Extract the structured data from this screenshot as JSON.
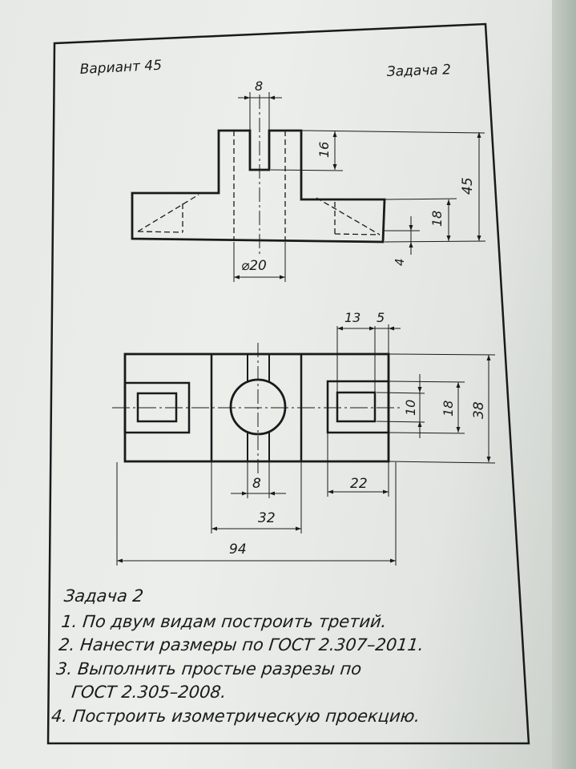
{
  "header": {
    "variant": "Вариант 45",
    "task_label": "Задача 2"
  },
  "front_view": {
    "dims": {
      "slot_width": "8",
      "slot_depth": "16",
      "total_height": "45",
      "base_height": "18",
      "base_offset": "4",
      "hole_diameter": "⌀20"
    }
  },
  "top_view": {
    "dims": {
      "pocket_x": "13",
      "pocket_w": "5",
      "pocket_inner": "10",
      "pocket_outer": "18",
      "depth": "38",
      "slot_width": "8",
      "pocket_length": "22",
      "boss_width": "32",
      "total_length": "94"
    }
  },
  "task": {
    "title": "Задача 2",
    "items": [
      "1. По двум видам построить третий.",
      "2. Нанести размеры по ГОСТ 2.307–2011.",
      "3. Выполнить простые разрезы по",
      "ГОСТ 2.305–2008.",
      "4. Построить изометрическую проекцию."
    ]
  }
}
